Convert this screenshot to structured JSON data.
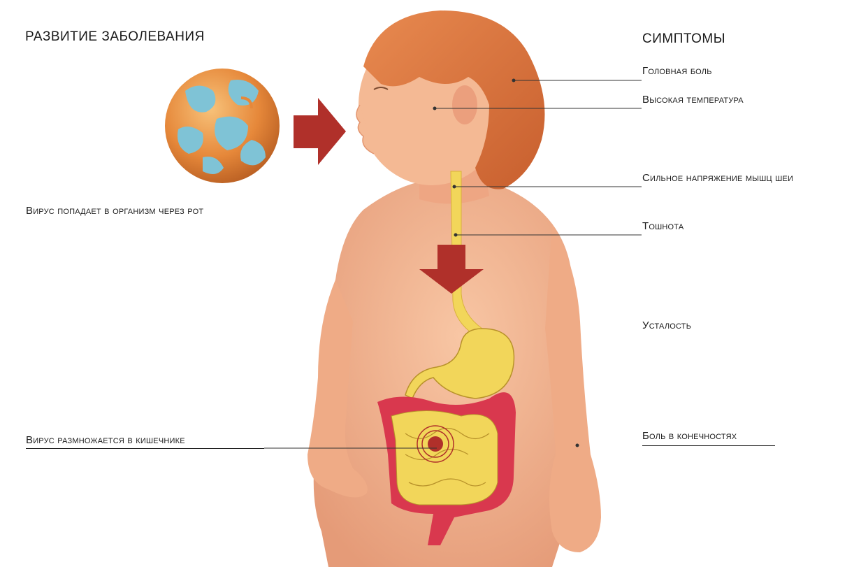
{
  "heading_left": "РАЗВИТИЕ ЗАБОЛЕВАНИЯ",
  "heading_right": "СИМПТОМЫ",
  "caption_entry": "Вирус попадает в организм через рот",
  "caption_multiply": "Вирус размножается в кишечнике",
  "symptoms": [
    "Головная боль",
    "Высокая температура",
    "Сильное напряжение мышц шеи",
    "Тошнота",
    "Усталость",
    "Боль в конечностях"
  ],
  "colors": {
    "skin": "#f2b48f",
    "skin_shadow": "#e49a76",
    "hair": "#d9713a",
    "arrow": "#b0302a",
    "digestive": "#f2d65a",
    "intestine": "#d9384e",
    "virus_blue": "#7fc3d6",
    "virus_orange": "#e6883a"
  }
}
